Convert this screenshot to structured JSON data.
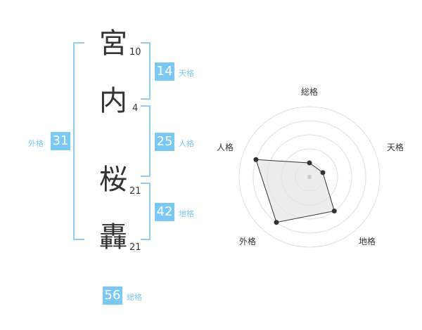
{
  "name": {
    "chars": [
      {
        "char": "宮",
        "strokes": "10"
      },
      {
        "char": "内",
        "strokes": "4"
      },
      {
        "char": "桜",
        "strokes": "21"
      },
      {
        "char": "轟",
        "strokes": "21"
      }
    ]
  },
  "fortune": {
    "tenkaku": {
      "value": "14",
      "label": "天格"
    },
    "jinkaku": {
      "value": "25",
      "label": "人格"
    },
    "chikaku": {
      "value": "42",
      "label": "地格"
    },
    "gaikaku": {
      "value": "31",
      "label": "外格"
    },
    "soukaku": {
      "value": "56",
      "label": "総格"
    }
  },
  "chart_data": {
    "type": "radar",
    "axes": [
      "総格",
      "天格",
      "地格",
      "外格",
      "人格"
    ],
    "values": [
      1,
      1,
      3,
      4,
      4
    ],
    "max": 5,
    "colors": {
      "fill": "#e6e6e6",
      "line": "#333333",
      "grid": "#dddddd"
    }
  }
}
